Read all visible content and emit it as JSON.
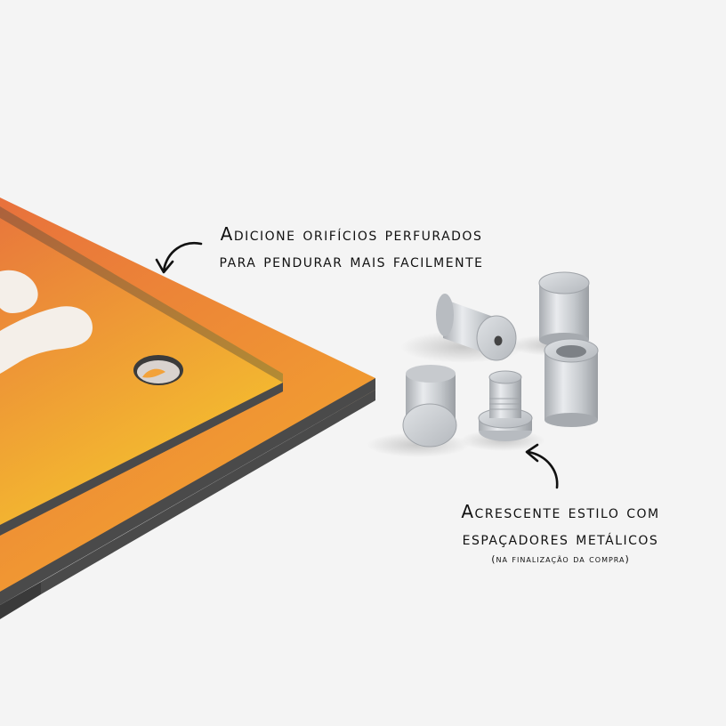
{
  "callouts": {
    "holes": {
      "line1": "Adicione orifícios perfurados",
      "line2": "para pendurar mais facilmente"
    },
    "spacers": {
      "line1": "Acrescente estilo com",
      "line2": "espaçadores metálicos",
      "note": "(na finalização da compra)"
    }
  },
  "colors": {
    "background": "#f4f4f4",
    "panel_gradient_top": "#e8713c",
    "panel_gradient_bottom": "#f3b62f",
    "panel_edge": "#4a4a4a",
    "metal": "#c9ccd0",
    "ink": "#111111"
  }
}
